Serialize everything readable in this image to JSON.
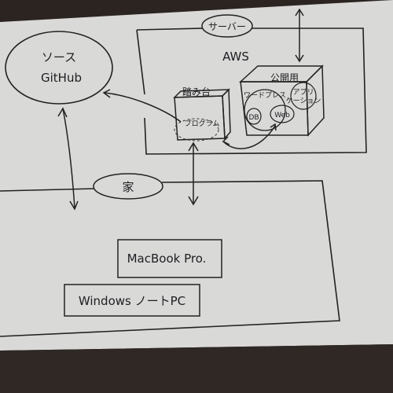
{
  "nodes": {
    "source": {
      "line1": "ソース",
      "line2": "GitHub"
    },
    "server": {
      "label": "サーバー",
      "sublabel": "AWS"
    },
    "step_box": {
      "title": "踏み台",
      "program": "プログラム"
    },
    "public_box": {
      "title": "公開用",
      "wordpress": "ワードプレス",
      "app": "アプリ",
      "app2": "ケーション",
      "db": "DB",
      "web": "Web"
    },
    "home": {
      "label": "家"
    },
    "macbook": {
      "label": "MacBook Pro."
    },
    "windows": {
      "label": "Windows ノートPC"
    }
  }
}
